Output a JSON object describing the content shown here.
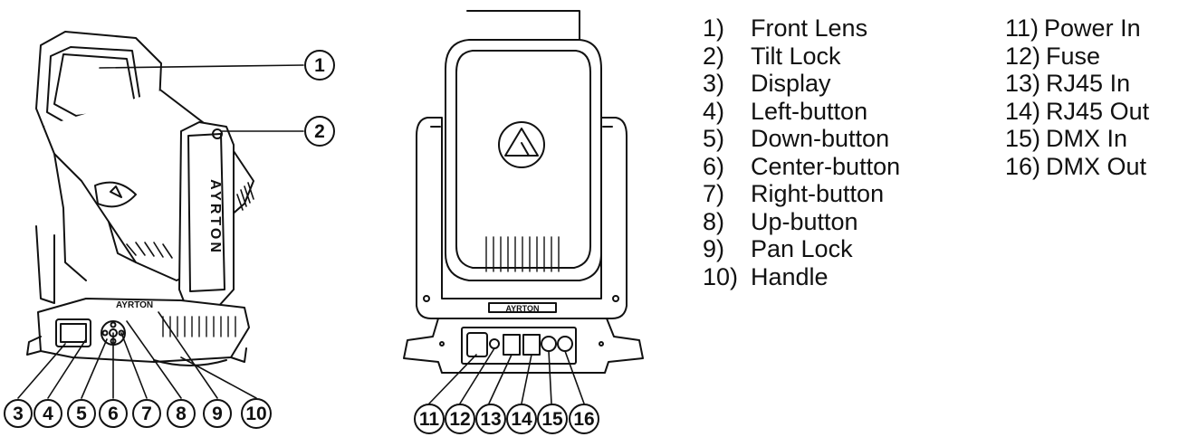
{
  "diagram": {
    "stroke_color": "#111111",
    "fill_color": "#ffffff",
    "side_view_callouts": [
      "1",
      "2",
      "3",
      "4",
      "5",
      "6",
      "7",
      "8",
      "9",
      "10"
    ],
    "rear_view_callouts": [
      "11",
      "12",
      "13",
      "14",
      "15",
      "16"
    ],
    "brand_text": "AYRTON"
  },
  "legend": {
    "left": [
      {
        "num": "1)",
        "label": "Front Lens"
      },
      {
        "num": "2)",
        "label": "Tilt Lock"
      },
      {
        "num": "3)",
        "label": "Display"
      },
      {
        "num": "4)",
        "label": "Left-button"
      },
      {
        "num": "5)",
        "label": "Down-button"
      },
      {
        "num": "6)",
        "label": "Center-button"
      },
      {
        "num": "7)",
        "label": "Right-button"
      },
      {
        "num": "8)",
        "label": "Up-button"
      },
      {
        "num": "9)",
        "label": "Pan Lock"
      },
      {
        "num": "10)",
        "label": "Handle"
      }
    ],
    "right": [
      {
        "num": "11)",
        "label": "Power In"
      },
      {
        "num": "12)",
        "label": "Fuse"
      },
      {
        "num": "13)",
        "label": "RJ45 In"
      },
      {
        "num": "14)",
        "label": "RJ45 Out"
      },
      {
        "num": "15)",
        "label": "DMX In"
      },
      {
        "num": "16)",
        "label": "DMX Out"
      }
    ]
  }
}
